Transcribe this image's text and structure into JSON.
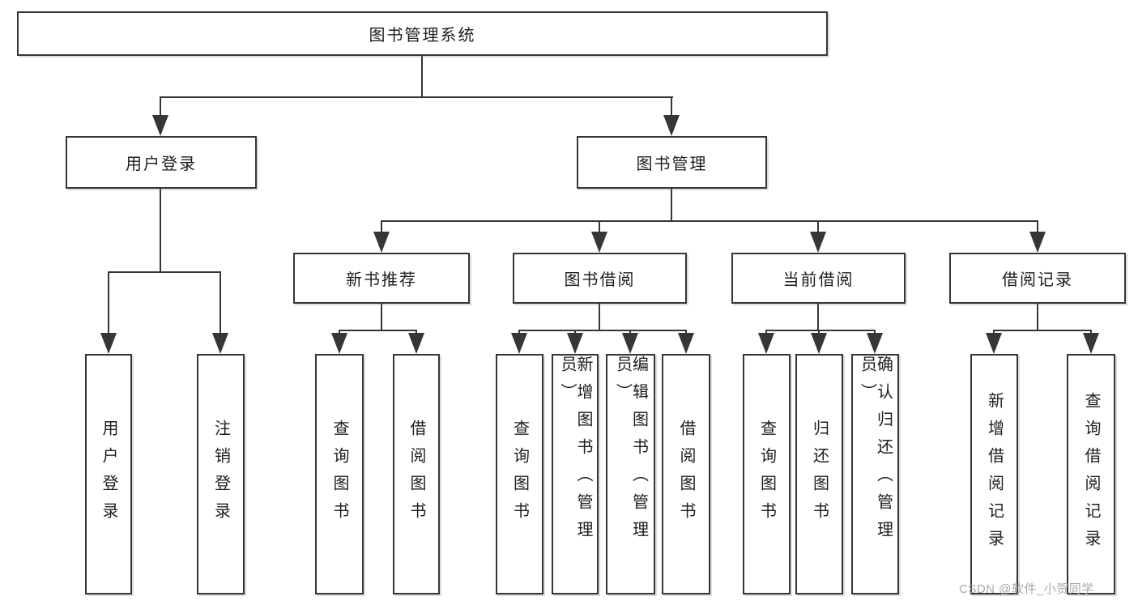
{
  "tree": {
    "root": {
      "label": "图书管理系统"
    },
    "branches": [
      {
        "label": "用户登录",
        "children": [
          {
            "label": "用户登录"
          },
          {
            "label": "注销登录"
          }
        ]
      },
      {
        "label": "图书管理",
        "children": [
          {
            "label": "新书推荐",
            "children": [
              {
                "label": "查询图书"
              },
              {
                "label": "借阅图书"
              }
            ]
          },
          {
            "label": "图书借阅",
            "children": [
              {
                "label": "查询图书"
              },
              {
                "label": "新增图书（管理员）"
              },
              {
                "label": "编辑图书（管理员）"
              },
              {
                "label": "借阅图书"
              }
            ]
          },
          {
            "label": "当前借阅",
            "children": [
              {
                "label": "查询图书"
              },
              {
                "label": "归还图书"
              },
              {
                "label": "确认归还（管理员）"
              }
            ]
          },
          {
            "label": "借阅记录",
            "children": [
              {
                "label": "新增借阅记录"
              },
              {
                "label": "查询借阅记录"
              }
            ]
          }
        ]
      }
    ]
  },
  "watermark": {
    "text": "CSDN @软件_小贺同学"
  },
  "colors": {
    "line": "#363636",
    "text": "#1e1e1e",
    "watermark": "#a9a9a9",
    "background": "#ffffff"
  }
}
